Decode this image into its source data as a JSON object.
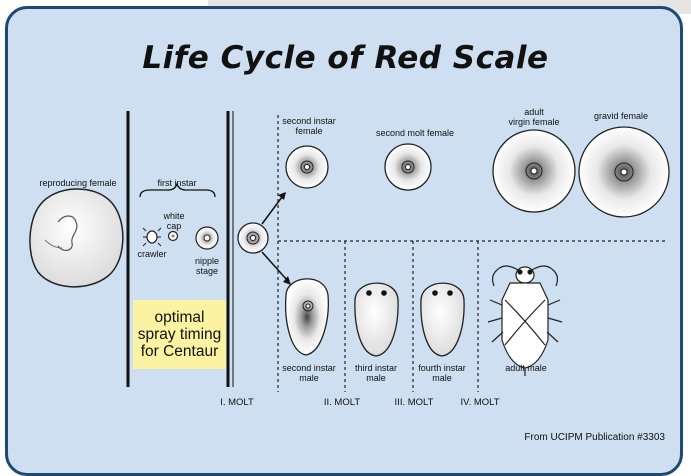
{
  "title": "Life Cycle of Red Scale",
  "labels": {
    "reproducing_female": "reproducing female",
    "first_instar": "first instar",
    "white_cap": "white\ncap",
    "crawler": "crawler",
    "nipple_stage": "nipple\nstage",
    "second_instar_female": "second instar\nfemale",
    "second_molt_female": "second molt female",
    "adult_virgin_female": "adult\nvirgin female",
    "gravid_female": "gravid female",
    "second_instar_male": "second instar\nmale",
    "third_instar_male": "third instar\nmale",
    "fourth_instar_male": "fourth instar\nmale",
    "adult_male": "adult male"
  },
  "spray_box": "optimal\nspray timing\nfor Centaur",
  "molts": [
    "I. MOLT",
    "II. MOLT",
    "III. MOLT",
    "IV. MOLT"
  ],
  "credit": "From UCIPM Publication #3303",
  "colors": {
    "background": "#cddff0",
    "frame": "#1d4a6e",
    "highlight": "#fbf3a2"
  }
}
